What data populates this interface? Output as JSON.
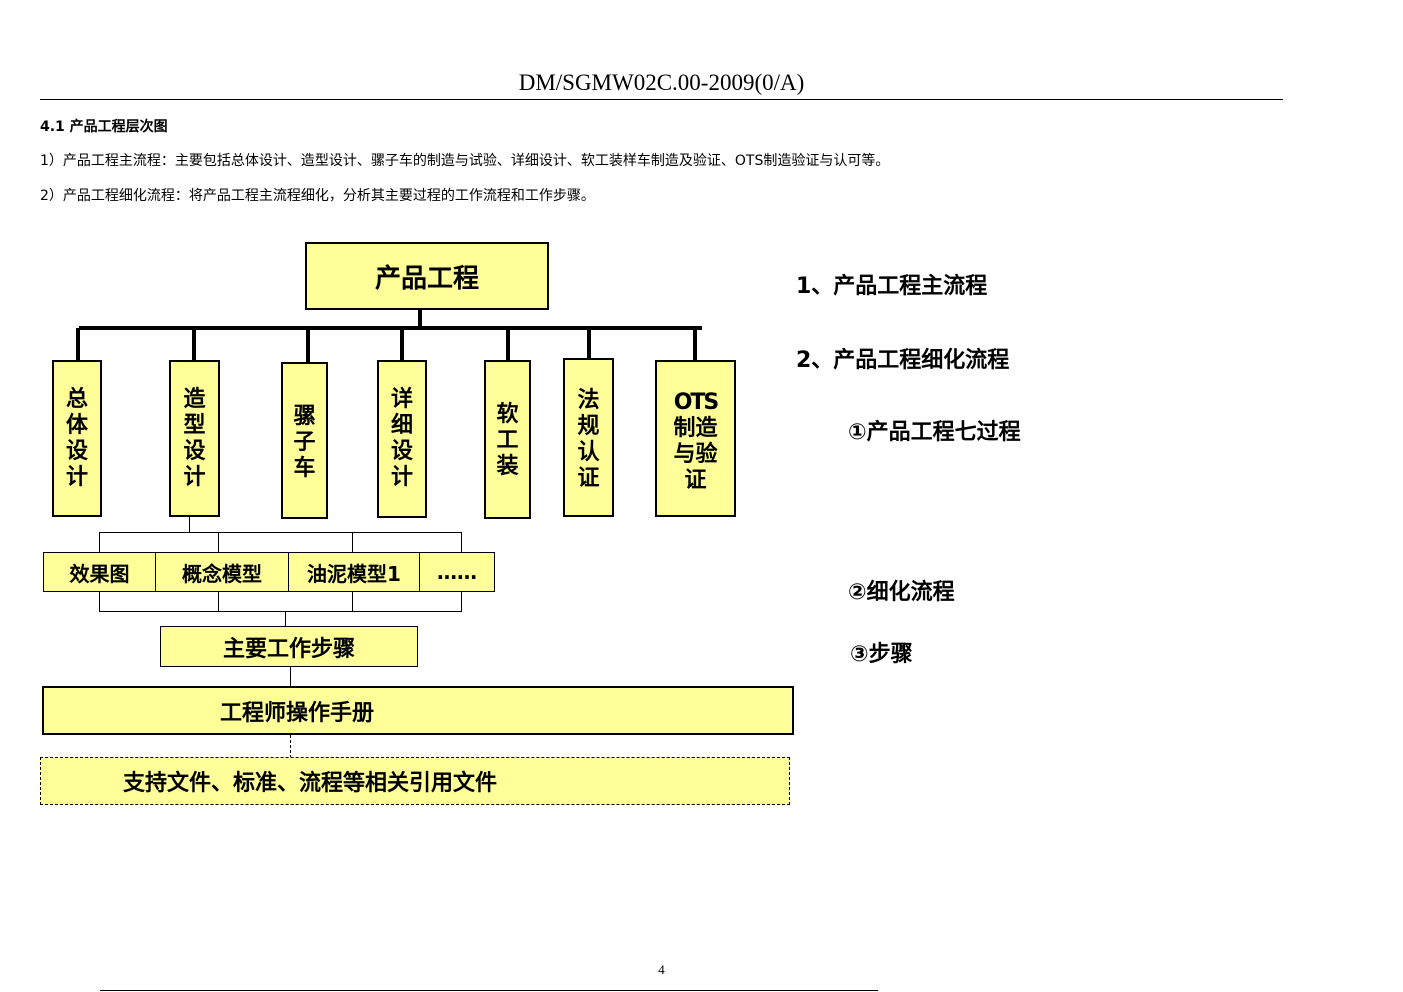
{
  "header": {
    "doc_code": "DM/SGMW02C.00-2009(0/A)"
  },
  "section": {
    "title": "4.1 产品工程层次图",
    "para1": "1）产品工程主流程：主要包括总体设计、造型设计、骡子车的制造与试验、详细设计、软工装样车制造及验证、OTS制造验证与认可等。",
    "para2": "2）产品工程细化流程：将产品工程主流程细化，分析其主要过程的工作流程和工作步骤。"
  },
  "diagram": {
    "root": "产品工程",
    "stages": [
      {
        "id": "stage-overall-design",
        "chars": [
          "总",
          "体",
          "设",
          "计"
        ]
      },
      {
        "id": "stage-styling-design",
        "chars": [
          "造",
          "型",
          "设",
          "计"
        ]
      },
      {
        "id": "stage-mule-car",
        "chars": [
          "骡",
          "子",
          "车"
        ]
      },
      {
        "id": "stage-detail-design",
        "chars": [
          "详",
          "细",
          "设",
          "计"
        ]
      },
      {
        "id": "stage-soft-tooling",
        "chars": [
          "软",
          "工",
          "装"
        ]
      },
      {
        "id": "stage-regulation-cert",
        "chars": [
          "法",
          "规",
          "认",
          "证"
        ]
      },
      {
        "id": "stage-ots",
        "chars": [
          "OTS",
          "制造",
          "与验",
          "证"
        ]
      }
    ],
    "sub_items": [
      "效果图",
      "概念模型",
      "油泥模型1",
      "……"
    ],
    "main_steps": "主要工作步骤",
    "manual": "工程师操作手册",
    "support": "支持文件、标准、流程等相关引用文件"
  },
  "legend": {
    "item1": "1、产品工程主流程",
    "item2": "2、产品工程细化流程",
    "sub1": "①产品工程七过程",
    "sub2": "②细化流程",
    "sub3": "③步骤"
  },
  "footer": {
    "page": "4"
  }
}
